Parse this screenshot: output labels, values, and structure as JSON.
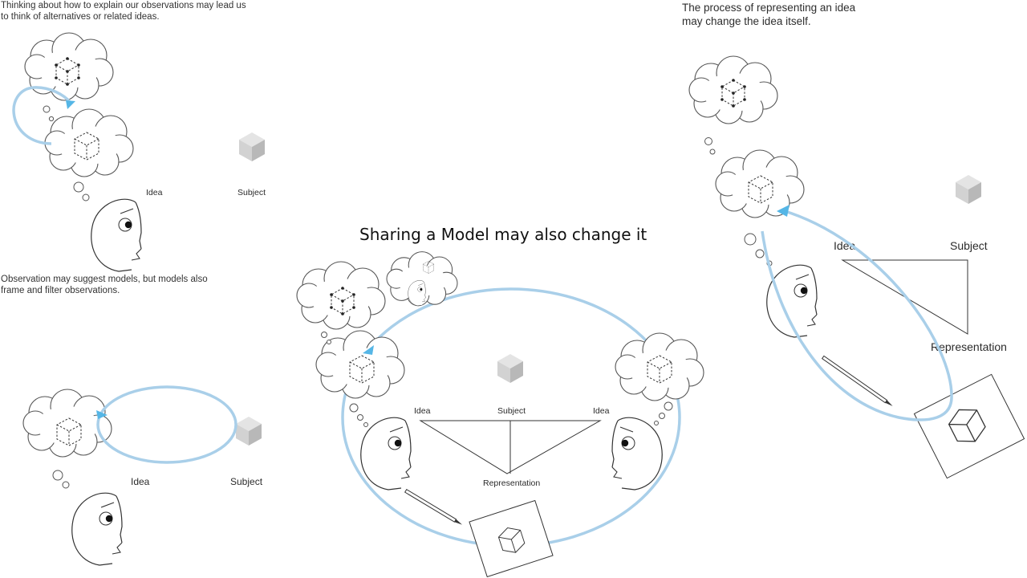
{
  "captions": {
    "thinking": [
      "Thinking about how to explain our observations may lead us",
      "to think of alternatives or related ideas."
    ],
    "observation": [
      "Observation may suggest models, but models also",
      "frame and filter observations."
    ],
    "representing": [
      "The process of representing an idea",
      "may change the idea itself."
    ]
  },
  "title": "Sharing a Model may also change it",
  "labels": {
    "idea": "Idea",
    "subject": "Subject",
    "representation": "Representation"
  },
  "colors": {
    "loop": "#a9cfe9",
    "arrow": "#55b6e6",
    "line": "#333333",
    "cube_top": "#e4e4e4",
    "cube_left": "#d2d2d2",
    "cube_right": "#b8b8b8"
  },
  "icons": [
    "thought-cloud-icon",
    "dashed-cube-icon",
    "solid-cube-icon",
    "face-icon",
    "pencil-icon",
    "paper-drawing-icon",
    "arrow-head-icon"
  ]
}
